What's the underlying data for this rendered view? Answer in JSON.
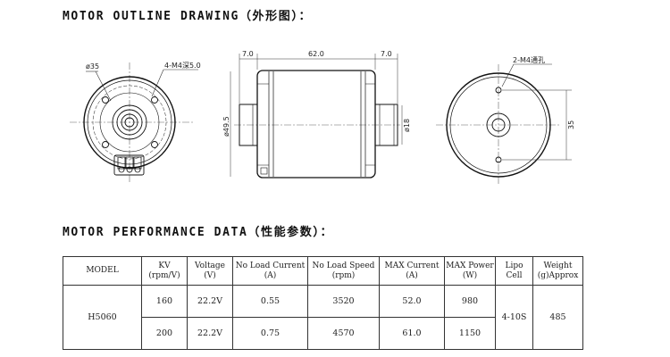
{
  "sections": {
    "outline_title": "MOTOR OUTLINE DRAWING（外形图）：",
    "performance_title": "MOTOR PERFORMANCE DATA（性能参数）："
  },
  "drawing": {
    "front_view": {
      "diameter_label": "ø35",
      "holes_label": "4-M4深5.0"
    },
    "side_view": {
      "dim_left": "7.0",
      "dim_body": "62.0",
      "dim_right": "7.0",
      "body_diameter": "ø49.5",
      "shaft_diameter": "ø18"
    },
    "back_view": {
      "holes_label": "2-M4通孔",
      "height_label": "35"
    }
  },
  "table": {
    "headers": {
      "model": "MODEL",
      "kv_1": "KV",
      "kv_2": "(rpm/V)",
      "voltage_1": "Voltage",
      "voltage_2": "(V)",
      "no_load_current_1": "No Load Current",
      "no_load_current_2": "(A)",
      "no_load_speed_1": "No Load Speed",
      "no_load_speed_2": "(rpm)",
      "max_current_1": "MAX Current",
      "max_current_2": "(A)",
      "max_power_1": "MAX Power",
      "max_power_2": "(W)",
      "lipo_1": "Lipo",
      "lipo_2": "Cell",
      "weight_1": "Weight",
      "weight_2": "(g)Approx"
    },
    "model": "H5060",
    "lipo_cell": "4-10S",
    "weight": "485",
    "rows": [
      {
        "kv": "160",
        "voltage": "22.2V",
        "no_load_current": "0.55",
        "no_load_speed": "3520",
        "max_current": "52.0",
        "max_power": "980"
      },
      {
        "kv": "200",
        "voltage": "22.2V",
        "no_load_current": "0.75",
        "no_load_speed": "4570",
        "max_current": "61.0",
        "max_power": "1150"
      }
    ]
  }
}
